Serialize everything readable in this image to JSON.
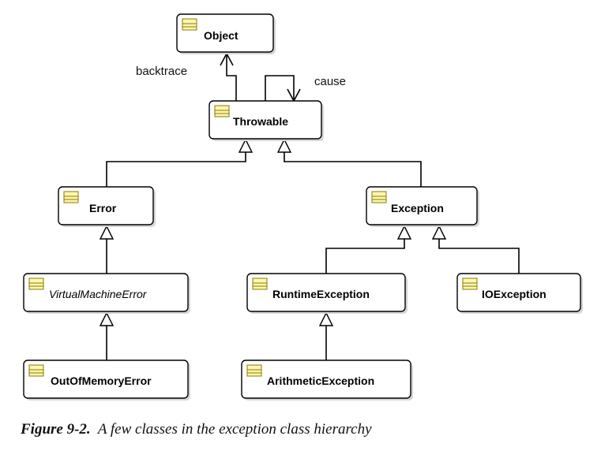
{
  "classes": {
    "object": "Object",
    "throwable": "Throwable",
    "error": "Error",
    "exception": "Exception",
    "virtual_machine_error": "VirtualMachineError",
    "runtime_exception": "RuntimeException",
    "io_exception": "IOException",
    "out_of_memory_error": "OutOfMemoryError",
    "arithmetic_exception": "ArithmeticException"
  },
  "labels": {
    "backtrace": "backtrace",
    "cause": "cause"
  },
  "caption": {
    "figure": "Figure 9-2.",
    "text": "A few classes in the exception class hierarchy"
  }
}
